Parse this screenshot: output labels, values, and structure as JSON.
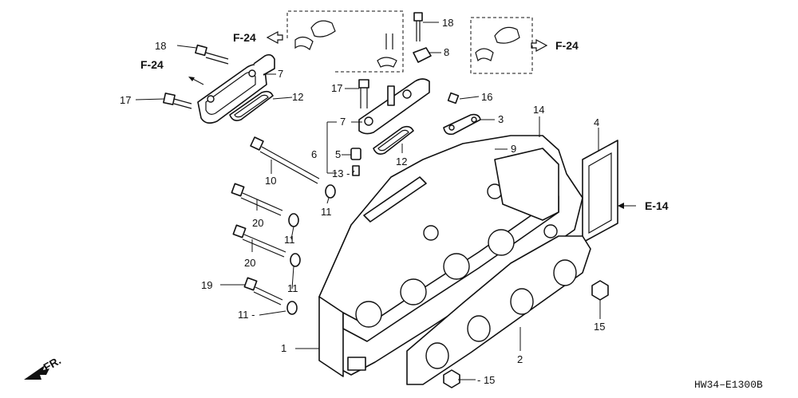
{
  "callouts": {
    "c1": "1",
    "c2": "2",
    "c3": "3",
    "c4": "4",
    "c5": "5",
    "c6": "6",
    "c7a": "7",
    "c7b": "7",
    "c8": "8",
    "c9": "9",
    "c10": "10",
    "c11a": "11",
    "c11b": "11",
    "c11c": "11",
    "c11d": "11 -",
    "c12a": "12",
    "c12b": "12",
    "c13": "13 -",
    "c14": "14",
    "c15a": "15",
    "c15b": "- 15",
    "c16": "16",
    "c17a": "17",
    "c17b": "17",
    "c18a": "18",
    "c18b": "18",
    "c19": "19",
    "c20a": "20",
    "c20b": "20"
  },
  "refs": {
    "f24_left_top": "F-24",
    "f24_left": "F-24",
    "f24_right": "F-24",
    "e14": "E-14",
    "front": "FR."
  },
  "diagram_code": "HW34–E1300B"
}
